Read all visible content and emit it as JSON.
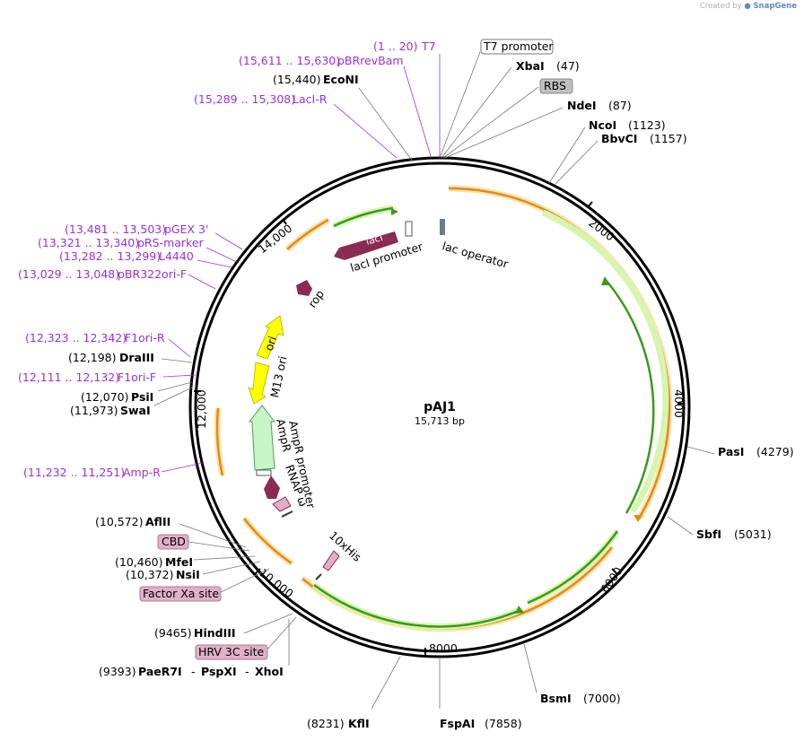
{
  "credit": {
    "prefix": "Created by",
    "brand": "SnapGene"
  },
  "plasmid": {
    "name": "pAJ1",
    "size": "15,713 bp"
  },
  "tick_labels": [
    "2000",
    "4000",
    "6000",
    "8000",
    "10,000",
    "12,000",
    "14,000"
  ],
  "enzymes": [
    {
      "name": "XbaI",
      "pos": "(47)"
    },
    {
      "name": "NdeI",
      "pos": "(87)"
    },
    {
      "name": "NcoI",
      "pos": "(1123)"
    },
    {
      "name": "BbvCI",
      "pos": "(1157)"
    },
    {
      "name": "PasI",
      "pos": "(4279)"
    },
    {
      "name": "SbfI",
      "pos": "(5031)"
    },
    {
      "name": "BsmI",
      "pos": "(7000)"
    },
    {
      "name": "FspAI",
      "pos": "(7858)"
    },
    {
      "name": "KflI",
      "pos": "(8231)"
    },
    {
      "name": "EcoNI",
      "pos": "(15,440)"
    },
    {
      "name": "DraIII",
      "pos": "(12,198)"
    },
    {
      "name": "PsiI",
      "pos": "(12,070)"
    },
    {
      "name": "SwaI",
      "pos": "(11,973)"
    },
    {
      "name": "AflII",
      "pos": "(10,572)"
    },
    {
      "name": "MfeI",
      "pos": "(10,460)"
    },
    {
      "name": "NsiI",
      "pos": "(10,372)"
    },
    {
      "name": "HindIII",
      "pos": "(9465)"
    }
  ],
  "multi_enzyme": {
    "pos": "(9393)",
    "names": [
      "PaeR7I",
      "PspXI",
      "XhoI"
    ],
    "sep": "-"
  },
  "primers": [
    {
      "range": "(1 .. 20)",
      "name": "T7"
    },
    {
      "range": "(15,611 .. 15,630)",
      "name": "pBRrevBam"
    },
    {
      "range": "(15,289 .. 15,308)",
      "name": "LacI-R"
    },
    {
      "range": "(13,481 .. 13,503)",
      "name": "pGEX 3'"
    },
    {
      "range": "(13,321 .. 13,340)",
      "name": "pRS-marker"
    },
    {
      "range": "(13,282 .. 13,299)",
      "name": "L4440"
    },
    {
      "range": "(13,029 .. 13,048)",
      "name": "pBR322ori-F"
    },
    {
      "range": "(12,323 .. 12,342)",
      "name": "F1ori-R"
    },
    {
      "range": "(12,111 .. 12,132)",
      "name": "F1ori-F"
    },
    {
      "range": "(11,232 .. 11,251)",
      "name": "Amp-R"
    }
  ],
  "boxed_features": [
    "T7 promoter",
    "RBS",
    "CBD",
    "Factor Xa site",
    "HRV 3C site"
  ],
  "inner_features": [
    "lacI",
    "lacI promoter",
    "lac operator",
    "rop",
    "ori",
    "M13 ori",
    "AmpR promoter",
    "AmpR",
    "RNAP ω",
    "10xHis"
  ],
  "colors": {
    "primer": "#9b30d9",
    "orf": "#e08a1e",
    "orf_outline": "#ffe3a8",
    "green": "#3a9a1a",
    "green_outline": "#d6f5b0",
    "lacI": "#8b2a52",
    "ori": "#ffff00",
    "ampr": "#c8f5c8",
    "tag": "#e0b0c8",
    "boxed_gray": "#c0c0c0"
  }
}
